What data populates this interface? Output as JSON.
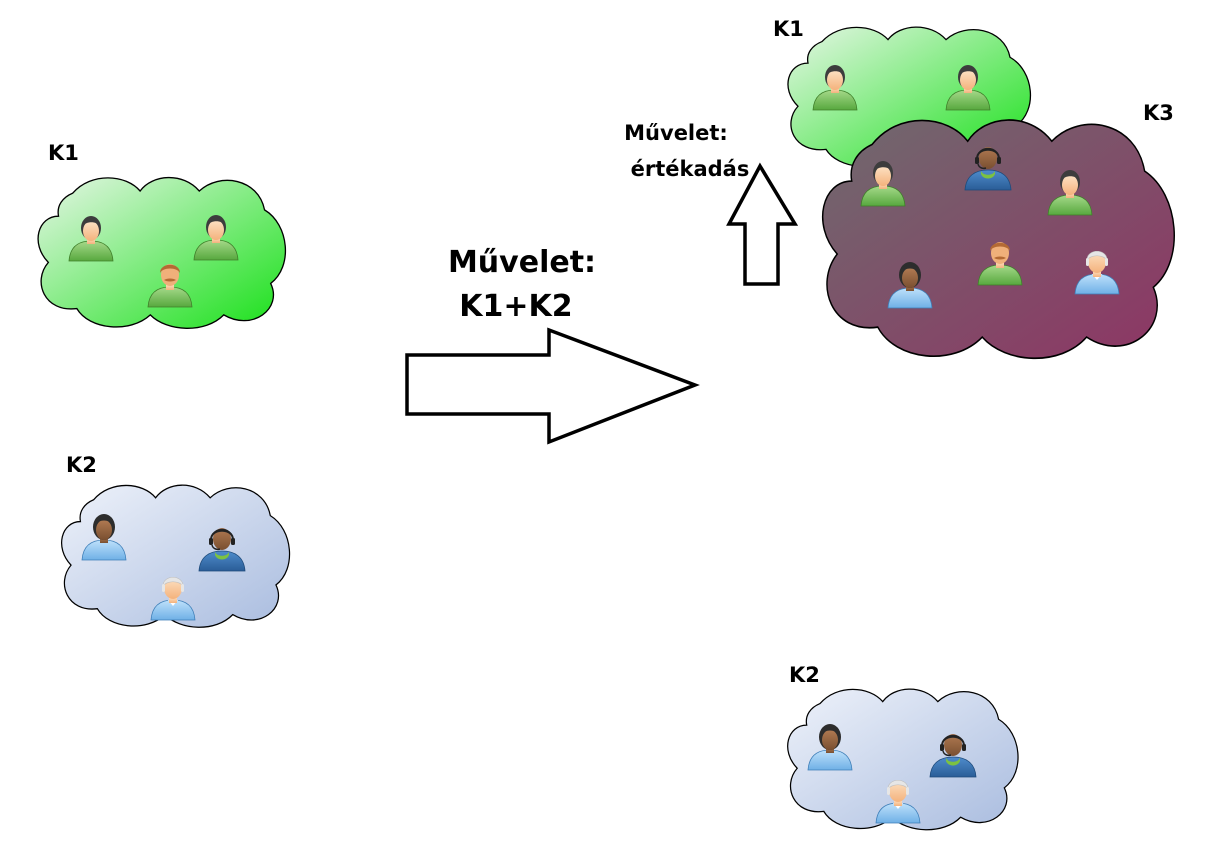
{
  "clouds": {
    "left_k1": {
      "label": "K1",
      "color": "#22e022"
    },
    "left_k2": {
      "label": "K2",
      "color": "#b7c7e2"
    },
    "right_k1": {
      "label": "K1",
      "color": "#22e022"
    },
    "right_k3": {
      "label": "K3",
      "color": "#8a3a62"
    },
    "right_k2": {
      "label": "K2",
      "color": "#b7c7e2"
    }
  },
  "operation_main": {
    "line1": "Művelet:",
    "line2": "K1+K2"
  },
  "operation_assign": {
    "line1": "Művelet:",
    "line2": "értékadás"
  },
  "icons": {
    "woman_green": "woman-green-shirt-icon",
    "man_green": "man-mustache-green-shirt-icon",
    "woman_blue": "woman-dark-skin-blue-shirt-icon",
    "support_blue": "support-agent-headset-icon",
    "old_blue": "elderly-person-blue-shirt-icon"
  }
}
